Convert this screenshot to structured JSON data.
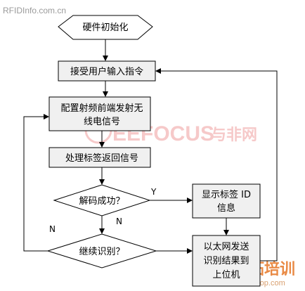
{
  "watermarks": {
    "top_left": "RFIDInfo.com.cn",
    "center_en": "EEFOCUS",
    "center_cn": "与非网",
    "bottom_cn": "易迪拓培训",
    "bottom_url": "www.edatop.com"
  },
  "nodes": {
    "init": {
      "text": "硬件初始化",
      "shape": "hexagon"
    },
    "receive": {
      "text": "接受用户输入指令",
      "shape": "process"
    },
    "config": {
      "line1": "配置射频前端发射无",
      "line2": "线电信号",
      "shape": "process"
    },
    "process": {
      "text": "处理标签返回信号",
      "shape": "process"
    },
    "decode": {
      "text": "解码成功？",
      "shape": "decision"
    },
    "display": {
      "line1": "显示标签 ID",
      "line2": "信息",
      "shape": "process"
    },
    "continue": {
      "text": "继续识别？",
      "shape": "decision"
    },
    "send": {
      "line1": "以太网发送",
      "line2": "识别结果到",
      "line3": "上位机",
      "shape": "process"
    }
  },
  "edge_labels": {
    "decode_yes": "Y",
    "decode_no": "N",
    "continue_no": "N"
  },
  "colors": {
    "process_fill": "#f0f0f0",
    "stroke": "#000000",
    "watermark_light": "#f6c9c9",
    "watermark_orange": "#e98a45"
  }
}
